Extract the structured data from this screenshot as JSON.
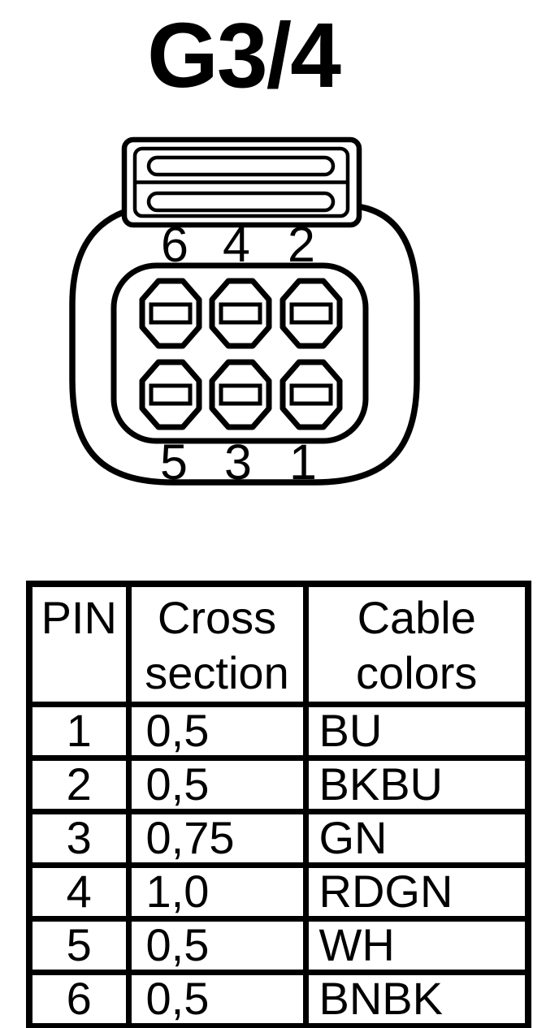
{
  "page": {
    "background_color": "#ffffff",
    "ink_color": "#000000"
  },
  "title": "G3/4",
  "connector": {
    "description": "6-pin connector, front view with latch tab",
    "pin_labels_top_row": [
      "6",
      "4",
      "2"
    ],
    "pin_labels_bottom_row": [
      "5",
      "3",
      "1"
    ]
  },
  "table": {
    "headers": {
      "pin": "PIN",
      "cross_section": "Cross section",
      "cable_colors": "Cable colors"
    },
    "rows": [
      {
        "pin": "1",
        "cross_section": "0,5",
        "cable_color": "BU"
      },
      {
        "pin": "2",
        "cross_section": "0,5",
        "cable_color": "BKBU"
      },
      {
        "pin": "3",
        "cross_section": "0,75",
        "cable_color": "GN"
      },
      {
        "pin": "4",
        "cross_section": "1,0",
        "cable_color": "RDGN"
      },
      {
        "pin": "5",
        "cross_section": "0,5",
        "cable_color": "WH"
      },
      {
        "pin": "6",
        "cross_section": "0,5",
        "cable_color": "BNBK"
      }
    ]
  }
}
